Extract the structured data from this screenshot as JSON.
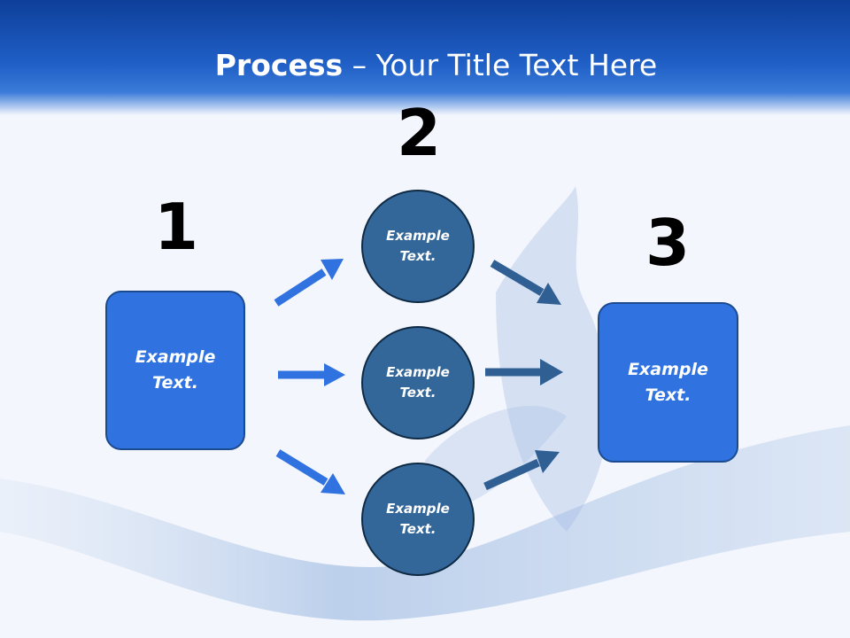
{
  "title": {
    "bold": "Process",
    "rest": " – Your Title Text Here"
  },
  "steps": [
    {
      "number": "1",
      "label": "Example\nText."
    },
    {
      "number": "2",
      "labels": [
        "Example\nText.",
        "Example\nText.",
        "Example\nText."
      ]
    },
    {
      "number": "3",
      "label": "Example\nText."
    }
  ],
  "colors": {
    "header": "#1f5fc6",
    "box": "#2f72e0",
    "circle": "#336699",
    "arrow_left": "#2f72e0",
    "arrow_right": "#2f5f93"
  }
}
